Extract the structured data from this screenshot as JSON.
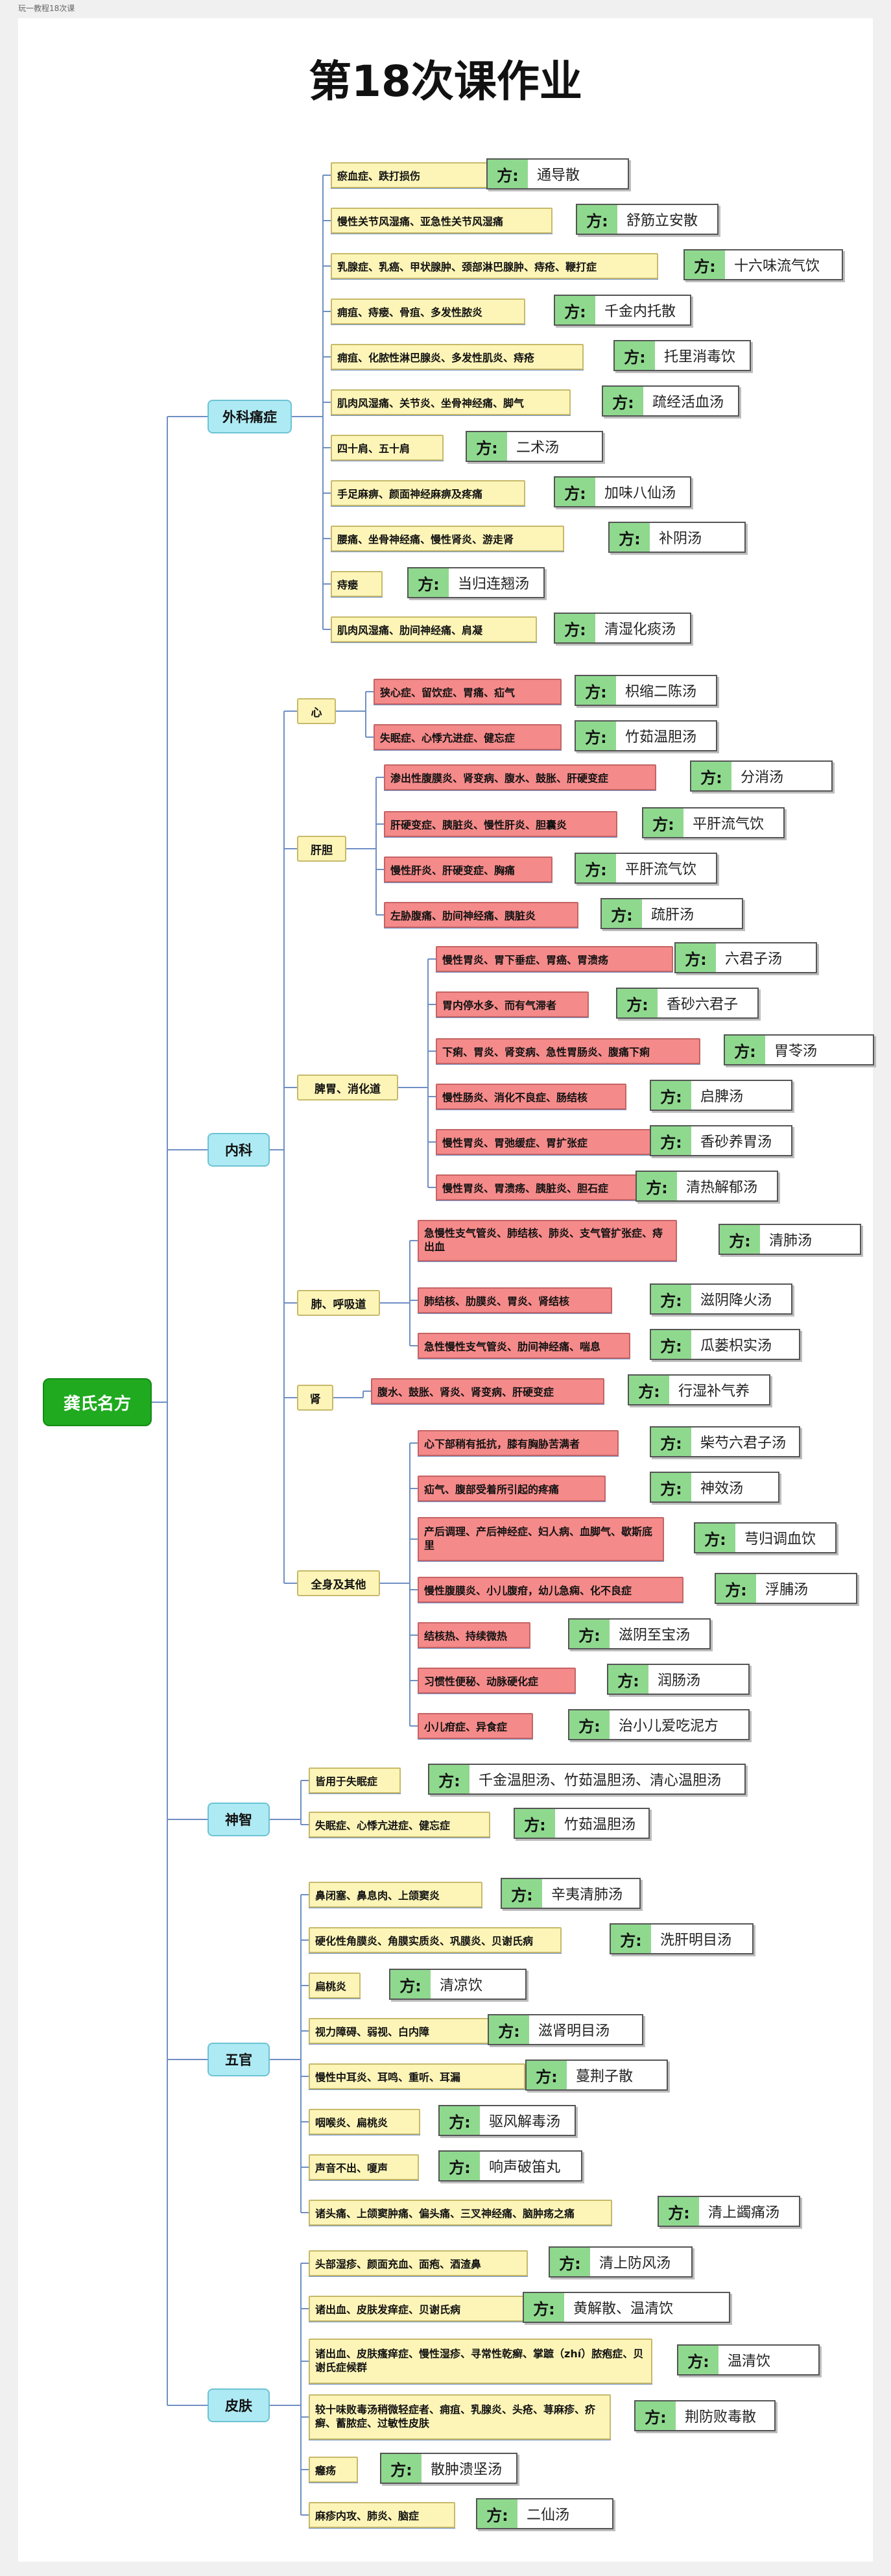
{
  "tab_title": "玩一教程18次课",
  "title": "第18次课作业",
  "root": "龚氏名方",
  "rx_key": "方:",
  "categories": [
    {
      "label": "外科痛症",
      "items": [
        {
          "cond": "瘀血症、跌打损伤",
          "rx": "通导散"
        },
        {
          "cond": "慢性关节风湿痛、亚急性关节风湿痛",
          "rx": "舒筋立安散"
        },
        {
          "cond": "乳腺症、乳癌、甲状腺肿、颈部淋巴腺肿、痔疮、鞭打症",
          "rx": "十六味流气饮"
        },
        {
          "cond": "痈疽、痔瘘、骨疽、多发性脓炎",
          "rx": "千金内托散"
        },
        {
          "cond": "痈疽、化脓性淋巴腺炎、多发性肌炎、痔疮",
          "rx": "托里消毒饮"
        },
        {
          "cond": "肌肉风湿痛、关节炎、坐骨神经痛、脚气",
          "rx": "疏经活血汤"
        },
        {
          "cond": "四十肩、五十肩",
          "rx": "二术汤"
        },
        {
          "cond": "手足麻痹、颜面神经麻痹及疼痛",
          "rx": "加味八仙汤"
        },
        {
          "cond": "腰痛、坐骨神经痛、慢性肾炎、游走肾",
          "rx": "补阴汤"
        },
        {
          "cond": "痔瘘",
          "rx": "当归连翘汤"
        },
        {
          "cond": "肌肉风湿痛、肋间神经痛、肩凝",
          "rx": "清湿化痰汤"
        }
      ]
    },
    {
      "label": "内科",
      "subs": [
        {
          "label": "心",
          "items": [
            {
              "cond": "狭心症、留饮症、胃痛、疝气",
              "rx": "枳缩二陈汤"
            },
            {
              "cond": "失眠症、心悸亢进症、健忘症",
              "rx": "竹茹温胆汤"
            }
          ]
        },
        {
          "label": "肝胆",
          "items": [
            {
              "cond": "渗出性腹膜炎、肾变病、腹水、鼓胀、肝硬变症",
              "rx": "分消汤"
            },
            {
              "cond": "肝硬变症、胰脏炎、慢性肝炎、胆囊炎",
              "rx": "平肝流气饮"
            },
            {
              "cond": "慢性肝炎、肝硬变症、胸痛",
              "rx": "平肝流气饮"
            },
            {
              "cond": "左胁腹痛、肋间神经痛、胰脏炎",
              "rx": "疏肝汤"
            }
          ]
        },
        {
          "label": "脾胃、消化道",
          "items": [
            {
              "cond": "慢性胃炎、胃下垂症、胃癌、胃溃疡",
              "rx": "六君子汤"
            },
            {
              "cond": "胃内停水多、而有气滞者",
              "rx": "香砂六君子"
            },
            {
              "cond": "下痢、胃炎、肾变病、急性胃肠炎、腹痛下痢",
              "rx": "胃苓汤"
            },
            {
              "cond": "慢性肠炎、消化不良症、肠结核",
              "rx": "启脾汤"
            },
            {
              "cond": "慢性胃炎、胃弛缓症、胃扩张症",
              "rx": "香砂养胃汤"
            },
            {
              "cond": "慢性胃炎、胃溃疡、胰脏炎、胆石症",
              "rx": "清热解郁汤"
            }
          ]
        },
        {
          "label": "肺、呼吸道",
          "items": [
            {
              "cond": "急慢性支气管炎、肺结核、肺炎、支气管扩张症、痔出血",
              "rx": "清肺汤"
            },
            {
              "cond": "肺结核、肋膜炎、胃炎、肾结核",
              "rx": "滋阴降火汤"
            },
            {
              "cond": "急性慢性支气管炎、肋间神经痛、喘息",
              "rx": "瓜蒌枳实汤"
            }
          ]
        },
        {
          "label": "肾",
          "items": [
            {
              "cond": "腹水、鼓胀、肾炎、肾变病、肝硬变症",
              "rx": "行湿补气养"
            }
          ]
        },
        {
          "label": "全身及其他",
          "items": [
            {
              "cond": "心下部稍有抵抗，膝有胸胁苦满者",
              "rx": "柴芍六君子汤"
            },
            {
              "cond": "疝气、腹部受着所引起的疼痛",
              "rx": "神效汤"
            },
            {
              "cond": "产后调理、产后神经症、妇人病、血脚气、歇斯底里",
              "rx": "芎归调血饮"
            },
            {
              "cond": "慢性腹膜炎、小儿腹疳，幼儿急痫、化不良症",
              "rx": "浮脯汤"
            },
            {
              "cond": "结核热、持续微热",
              "rx": "滋阴至宝汤"
            },
            {
              "cond": "习惯性便秘、动脉硬化症",
              "rx": "润肠汤"
            },
            {
              "cond": "小儿疳症、异食症",
              "rx": "治小儿爱吃泥方"
            }
          ]
        }
      ]
    },
    {
      "label": "神智",
      "items": [
        {
          "cond": "皆用于失眠症",
          "rx": "千金温胆汤、竹茹温胆汤、清心温胆汤"
        },
        {
          "cond": "失眠症、心悸亢进症、健忘症",
          "rx": "竹茹温胆汤"
        }
      ]
    },
    {
      "label": "五官",
      "items": [
        {
          "cond": "鼻闭塞、鼻息肉、上颌窦炎",
          "rx": "辛夷清肺汤"
        },
        {
          "cond": "硬化性角膜炎、角膜实质炎、巩膜炎、贝谢氏病",
          "rx": "洗肝明目汤"
        },
        {
          "cond": "扁桃炎",
          "rx": "清凉饮"
        },
        {
          "cond": "视力障碍、弱视、白内障",
          "rx": "滋肾明目汤"
        },
        {
          "cond": "慢性中耳炎、耳鸣、重听、耳漏",
          "rx": "蔓荆子散"
        },
        {
          "cond": "咽喉炎、扁桃炎",
          "rx": "驱风解毒汤"
        },
        {
          "cond": "声音不出、嗄声",
          "rx": "响声破笛丸"
        },
        {
          "cond": "诸头痛、上颌窦肿痛、偏头痛、三叉神经痛、脑肿疡之痛",
          "rx": "清上蠲痛汤"
        }
      ]
    },
    {
      "label": "皮肤",
      "items": [
        {
          "cond": "头部湿疹、颜面充血、面疱、酒渣鼻",
          "rx": "清上防风汤"
        },
        {
          "cond": "诸出血、皮肤发痒症、贝谢氏病",
          "rx": "黄解散、温清饮"
        },
        {
          "cond": "诸出血、皮肤瘙痒症、慢性湿疹、寻常性乾癣、掌蹠（zhí）脓疱症、贝谢氏症候群",
          "rx": "温清饮"
        },
        {
          "cond": "较十味败毒汤稍微轻症者、痈疽、乳腺炎、头疮、荨麻疹、疥癣、蓄脓症、过敏性皮肤",
          "rx": "荆防败毒散"
        },
        {
          "cond": "癰疡",
          "rx": "散肿溃坚汤"
        },
        {
          "cond": "麻疹内攻、肺炎、脑症",
          "rx": "二仙汤"
        }
      ]
    }
  ]
}
